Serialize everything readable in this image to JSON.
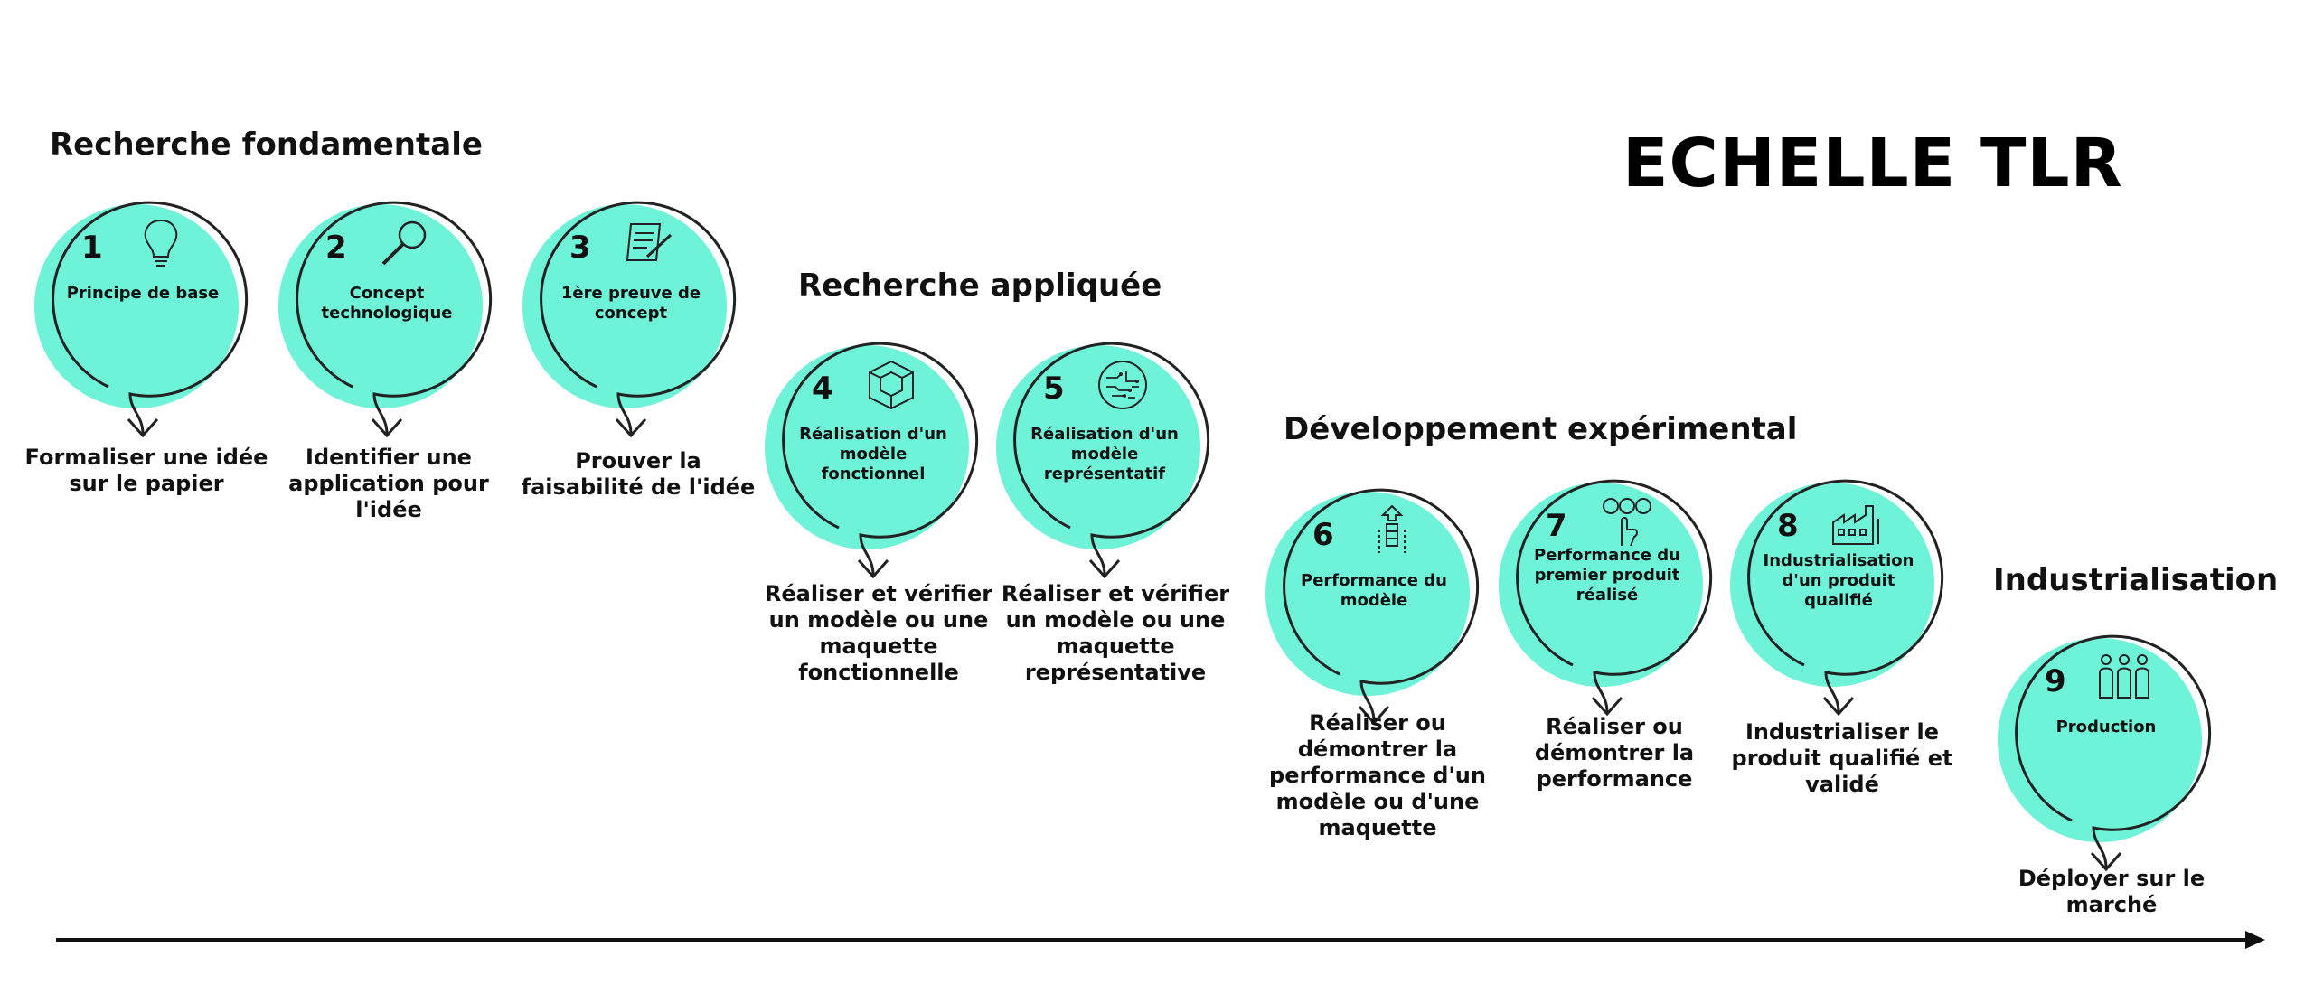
{
  "title": "ECHELLE TLR",
  "colors": {
    "accent": "#6ef2d8",
    "ink": "#111111"
  },
  "phases": [
    {
      "label": "Recherche fondamentale"
    },
    {
      "label": "Recherche appliquée"
    },
    {
      "label": "Développement expérimental"
    },
    {
      "label": "Industrialisation"
    }
  ],
  "levels": [
    {
      "num": "1",
      "name": "Principe de base",
      "icon": "lightbulb-icon",
      "desc": "Formaliser une idée sur le papier"
    },
    {
      "num": "2",
      "name": "Concept technologique",
      "icon": "magnifier-icon",
      "desc": "Identifier une application pour l'idée"
    },
    {
      "num": "3",
      "name": "1ère preuve de concept",
      "icon": "document-pen-icon",
      "desc": "Prouver la faisabilité de l'idée"
    },
    {
      "num": "4",
      "name": "Réalisation d'un modèle fonctionnel",
      "icon": "cube-icon",
      "desc": "Réaliser et vérifier un modèle ou une maquette fonctionnelle"
    },
    {
      "num": "5",
      "name": "Réalisation d'un modèle représentatif",
      "icon": "circuit-brain-icon",
      "desc": "Réaliser et vérifier un modèle ou une maquette représentative"
    },
    {
      "num": "6",
      "name": "Performance du modèle",
      "icon": "rocket-structure-icon",
      "desc": "Réaliser ou démontrer la performance d'un modèle ou d'une maquette"
    },
    {
      "num": "7",
      "name": "Performance du premier produit réalisé",
      "icon": "rating-hand-icon",
      "desc": "Réaliser ou démontrer la performance"
    },
    {
      "num": "8",
      "name": "Industrialisation d'un produit qualifié",
      "icon": "factory-icon",
      "desc": "Industrialiser le produit qualifié et validé"
    },
    {
      "num": "9",
      "name": "Production",
      "icon": "workers-icon",
      "desc": "Déployer sur le marché"
    }
  ]
}
